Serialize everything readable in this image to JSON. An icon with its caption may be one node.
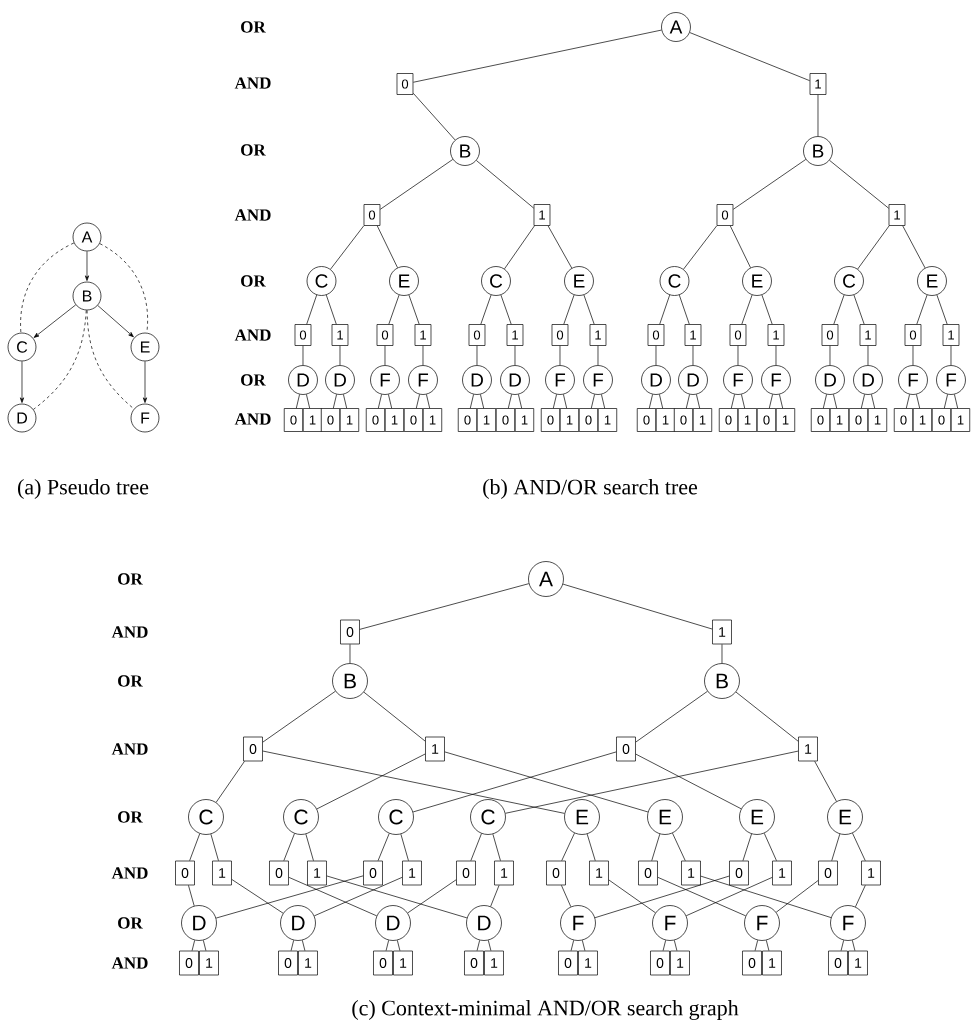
{
  "diagram": {
    "nodes": [
      {
        "text": [
          "A"
        ]
      },
      {
        "text": [
          "B"
        ]
      },
      {
        "text": [
          "C"
        ]
      },
      {
        "text": [
          "E"
        ]
      },
      {
        "text": [
          "D"
        ]
      },
      {
        "text": [
          "F"
        ]
      },
      {
        "text": [
          "A"
        ]
      },
      {
        "text": [
          "0"
        ]
      },
      {
        "text": [
          "1"
        ]
      },
      {
        "text": [
          "B"
        ]
      },
      {
        "text": [
          "B"
        ]
      },
      {
        "text": [
          "0"
        ]
      },
      {
        "text": [
          "1"
        ]
      },
      {
        "text": [
          "0"
        ]
      },
      {
        "text": [
          "1"
        ]
      },
      {
        "text": [
          "C"
        ]
      },
      {
        "text": [
          "E"
        ]
      },
      {
        "text": [
          "C"
        ]
      },
      {
        "text": [
          "E"
        ]
      },
      {
        "text": [
          "C"
        ]
      },
      {
        "text": [
          "E"
        ]
      },
      {
        "text": [
          "C"
        ]
      },
      {
        "text": [
          "E"
        ]
      },
      {
        "text": [
          "0"
        ]
      },
      {
        "text": [
          "1"
        ]
      },
      {
        "text": [
          "0"
        ]
      },
      {
        "text": [
          "1"
        ]
      },
      {
        "text": [
          "0"
        ]
      },
      {
        "text": [
          "1"
        ]
      },
      {
        "text": [
          "0"
        ]
      },
      {
        "text": [
          "1"
        ]
      },
      {
        "text": [
          "0"
        ]
      },
      {
        "text": [
          "1"
        ]
      },
      {
        "text": [
          "0"
        ]
      },
      {
        "text": [
          "1"
        ]
      },
      {
        "text": [
          "0"
        ]
      },
      {
        "text": [
          "1"
        ]
      },
      {
        "text": [
          "0"
        ]
      },
      {
        "text": [
          "1"
        ]
      },
      {
        "text": [
          "D"
        ]
      },
      {
        "text": [
          "D"
        ]
      },
      {
        "text": [
          "F"
        ]
      },
      {
        "text": [
          "F"
        ]
      },
      {
        "text": [
          "D"
        ]
      },
      {
        "text": [
          "D"
        ]
      },
      {
        "text": [
          "F"
        ]
      },
      {
        "text": [
          "F"
        ]
      },
      {
        "text": [
          "D"
        ]
      },
      {
        "text": [
          "D"
        ]
      },
      {
        "text": [
          "F"
        ]
      },
      {
        "text": [
          "F"
        ]
      },
      {
        "text": [
          "D"
        ]
      },
      {
        "text": [
          "D"
        ]
      },
      {
        "text": [
          "F"
        ]
      },
      {
        "text": [
          "F"
        ]
      },
      {
        "text": [
          "0"
        ]
      },
      {
        "text": [
          "1"
        ]
      },
      {
        "text": [
          "0"
        ]
      },
      {
        "text": [
          "1"
        ]
      },
      {
        "text": [
          "0"
        ]
      },
      {
        "text": [
          "1"
        ]
      },
      {
        "text": [
          "0"
        ]
      },
      {
        "text": [
          "1"
        ]
      },
      {
        "text": [
          "0"
        ]
      },
      {
        "text": [
          "1"
        ]
      },
      {
        "text": [
          "0"
        ]
      },
      {
        "text": [
          "1"
        ]
      },
      {
        "text": [
          "0"
        ]
      },
      {
        "text": [
          "1"
        ]
      },
      {
        "text": [
          "0"
        ]
      },
      {
        "text": [
          "1"
        ]
      },
      {
        "text": [
          "0"
        ]
      },
      {
        "text": [
          "1"
        ]
      },
      {
        "text": [
          "0"
        ]
      },
      {
        "text": [
          "1"
        ]
      },
      {
        "text": [
          "0"
        ]
      },
      {
        "text": [
          "1"
        ]
      },
      {
        "text": [
          "0"
        ]
      },
      {
        "text": [
          "1"
        ]
      },
      {
        "text": [
          "0"
        ]
      },
      {
        "text": [
          "1"
        ]
      },
      {
        "text": [
          "0"
        ]
      },
      {
        "text": [
          "1"
        ]
      },
      {
        "text": [
          "0"
        ]
      },
      {
        "text": [
          "1"
        ]
      },
      {
        "text": [
          "0"
        ]
      },
      {
        "text": [
          "1"
        ]
      },
      {
        "text": [
          "A"
        ]
      },
      {
        "text": [
          "0"
        ]
      },
      {
        "text": [
          "1"
        ]
      },
      {
        "text": [
          "B"
        ]
      },
      {
        "text": [
          "B"
        ]
      },
      {
        "text": [
          "0"
        ]
      },
      {
        "text": [
          "1"
        ]
      },
      {
        "text": [
          "0"
        ]
      },
      {
        "text": [
          "1"
        ]
      },
      {
        "text": [
          "C"
        ]
      },
      {
        "text": [
          "C"
        ]
      },
      {
        "text": [
          "C"
        ]
      },
      {
        "text": [
          "C"
        ]
      },
      {
        "text": [
          "E"
        ]
      },
      {
        "text": [
          "E"
        ]
      },
      {
        "text": [
          "E"
        ]
      },
      {
        "text": [
          "E"
        ]
      },
      {
        "text": [
          "0"
        ]
      },
      {
        "text": [
          "1"
        ]
      },
      {
        "text": [
          "0"
        ]
      },
      {
        "text": [
          "1"
        ]
      },
      {
        "text": [
          "0"
        ]
      },
      {
        "text": [
          "1"
        ]
      },
      {
        "text": [
          "0"
        ]
      },
      {
        "text": [
          "1"
        ]
      },
      {
        "text": [
          "0"
        ]
      },
      {
        "text": [
          "1"
        ]
      },
      {
        "text": [
          "0"
        ]
      },
      {
        "text": [
          "1"
        ]
      },
      {
        "text": [
          "0"
        ]
      },
      {
        "text": [
          "1"
        ]
      },
      {
        "text": [
          "0"
        ]
      },
      {
        "text": [
          "1"
        ]
      },
      {
        "text": [
          "D"
        ]
      },
      {
        "text": [
          "D"
        ]
      },
      {
        "text": [
          "D"
        ]
      },
      {
        "text": [
          "D"
        ]
      },
      {
        "text": [
          "F"
        ]
      },
      {
        "text": [
          "F"
        ]
      },
      {
        "text": [
          "F"
        ]
      },
      {
        "text": [
          "F"
        ]
      },
      {
        "text": [
          "0"
        ]
      },
      {
        "text": [
          "1"
        ]
      },
      {
        "text": [
          "0"
        ]
      },
      {
        "text": [
          "1"
        ]
      },
      {
        "text": [
          "0"
        ]
      },
      {
        "text": [
          "1"
        ]
      },
      {
        "text": [
          "0"
        ]
      },
      {
        "text": [
          "1"
        ]
      },
      {
        "text": [
          "0"
        ]
      },
      {
        "text": [
          "1"
        ]
      },
      {
        "text": [
          "0"
        ]
      },
      {
        "text": [
          "1"
        ]
      },
      {
        "text": [
          "0"
        ]
      },
      {
        "text": [
          "1"
        ]
      },
      {
        "text": [
          "0"
        ]
      },
      {
        "text": [
          "1"
        ]
      }
    ],
    "edges": [
      {
        "from": 0,
        "to": 1,
        "arrow": "to"
      },
      {
        "from": 1,
        "to": 2,
        "arrow": "to"
      },
      {
        "from": 1,
        "to": 3,
        "arrow": "to"
      },
      {
        "from": 2,
        "to": 4,
        "arrow": "to"
      },
      {
        "from": 3,
        "to": 5,
        "arrow": "to"
      },
      {
        "from": 0,
        "to": 2,
        "arrow": "none",
        "style": "dashed"
      },
      {
        "from": 0,
        "to": 3,
        "arrow": "none",
        "style": "dashed"
      },
      {
        "from": 1,
        "to": 4,
        "arrow": "none",
        "style": "dashed"
      },
      {
        "from": 1,
        "to": 5,
        "arrow": "none",
        "style": "dashed"
      },
      {
        "from": 6,
        "to": 7,
        "arrow": "none"
      },
      {
        "from": 6,
        "to": 8,
        "arrow": "none"
      },
      {
        "from": 7,
        "to": 9,
        "arrow": "none"
      },
      {
        "from": 8,
        "to": 10,
        "arrow": "none"
      },
      {
        "from": 9,
        "to": 11,
        "arrow": "none"
      },
      {
        "from": 9,
        "to": 12,
        "arrow": "none"
      },
      {
        "from": 10,
        "to": 13,
        "arrow": "none"
      },
      {
        "from": 10,
        "to": 14,
        "arrow": "none"
      },
      {
        "from": 11,
        "to": 15,
        "arrow": "none"
      },
      {
        "from": 11,
        "to": 16,
        "arrow": "none"
      },
      {
        "from": 12,
        "to": 17,
        "arrow": "none"
      },
      {
        "from": 12,
        "to": 18,
        "arrow": "none"
      },
      {
        "from": 13,
        "to": 19,
        "arrow": "none"
      },
      {
        "from": 13,
        "to": 20,
        "arrow": "none"
      },
      {
        "from": 14,
        "to": 21,
        "arrow": "none"
      },
      {
        "from": 14,
        "to": 22,
        "arrow": "none"
      },
      {
        "from": 15,
        "to": 23,
        "arrow": "none"
      },
      {
        "from": 15,
        "to": 24,
        "arrow": "none"
      },
      {
        "from": 16,
        "to": 25,
        "arrow": "none"
      },
      {
        "from": 16,
        "to": 26,
        "arrow": "none"
      },
      {
        "from": 17,
        "to": 27,
        "arrow": "none"
      },
      {
        "from": 17,
        "to": 28,
        "arrow": "none"
      },
      {
        "from": 18,
        "to": 29,
        "arrow": "none"
      },
      {
        "from": 18,
        "to": 30,
        "arrow": "none"
      },
      {
        "from": 19,
        "to": 31,
        "arrow": "none"
      },
      {
        "from": 19,
        "to": 32,
        "arrow": "none"
      },
      {
        "from": 20,
        "to": 33,
        "arrow": "none"
      },
      {
        "from": 20,
        "to": 34,
        "arrow": "none"
      },
      {
        "from": 21,
        "to": 35,
        "arrow": "none"
      },
      {
        "from": 21,
        "to": 36,
        "arrow": "none"
      },
      {
        "from": 22,
        "to": 37,
        "arrow": "none"
      },
      {
        "from": 22,
        "to": 38,
        "arrow": "none"
      },
      {
        "from": 23,
        "to": 39,
        "arrow": "none"
      },
      {
        "from": 24,
        "to": 40,
        "arrow": "none"
      },
      {
        "from": 25,
        "to": 41,
        "arrow": "none"
      },
      {
        "from": 26,
        "to": 42,
        "arrow": "none"
      },
      {
        "from": 27,
        "to": 43,
        "arrow": "none"
      },
      {
        "from": 28,
        "to": 44,
        "arrow": "none"
      },
      {
        "from": 29,
        "to": 45,
        "arrow": "none"
      },
      {
        "from": 30,
        "to": 46,
        "arrow": "none"
      },
      {
        "from": 31,
        "to": 47,
        "arrow": "none"
      },
      {
        "from": 32,
        "to": 48,
        "arrow": "none"
      },
      {
        "from": 33,
        "to": 49,
        "arrow": "none"
      },
      {
        "from": 34,
        "to": 50,
        "arrow": "none"
      },
      {
        "from": 35,
        "to": 51,
        "arrow": "none"
      },
      {
        "from": 36,
        "to": 52,
        "arrow": "none"
      },
      {
        "from": 37,
        "to": 53,
        "arrow": "none"
      },
      {
        "from": 38,
        "to": 54,
        "arrow": "none"
      },
      {
        "from": 39,
        "to": 55,
        "arrow": "none"
      },
      {
        "from": 39,
        "to": 56,
        "arrow": "none"
      },
      {
        "from": 40,
        "to": 57,
        "arrow": "none"
      },
      {
        "from": 40,
        "to": 58,
        "arrow": "none"
      },
      {
        "from": 41,
        "to": 59,
        "arrow": "none"
      },
      {
        "from": 41,
        "to": 60,
        "arrow": "none"
      },
      {
        "from": 42,
        "to": 61,
        "arrow": "none"
      },
      {
        "from": 42,
        "to": 62,
        "arrow": "none"
      },
      {
        "from": 43,
        "to": 63,
        "arrow": "none"
      },
      {
        "from": 43,
        "to": 64,
        "arrow": "none"
      },
      {
        "from": 44,
        "to": 65,
        "arrow": "none"
      },
      {
        "from": 44,
        "to": 66,
        "arrow": "none"
      },
      {
        "from": 45,
        "to": 67,
        "arrow": "none"
      },
      {
        "from": 45,
        "to": 68,
        "arrow": "none"
      },
      {
        "from": 46,
        "to": 69,
        "arrow": "none"
      },
      {
        "from": 46,
        "to": 70,
        "arrow": "none"
      },
      {
        "from": 47,
        "to": 71,
        "arrow": "none"
      },
      {
        "from": 47,
        "to": 72,
        "arrow": "none"
      },
      {
        "from": 48,
        "to": 73,
        "arrow": "none"
      },
      {
        "from": 48,
        "to": 74,
        "arrow": "none"
      },
      {
        "from": 49,
        "to": 75,
        "arrow": "none"
      },
      {
        "from": 49,
        "to": 76,
        "arrow": "none"
      },
      {
        "from": 50,
        "to": 77,
        "arrow": "none"
      },
      {
        "from": 50,
        "to": 78,
        "arrow": "none"
      },
      {
        "from": 51,
        "to": 79,
        "arrow": "none"
      },
      {
        "from": 51,
        "to": 80,
        "arrow": "none"
      },
      {
        "from": 52,
        "to": 81,
        "arrow": "none"
      },
      {
        "from": 52,
        "to": 82,
        "arrow": "none"
      },
      {
        "from": 53,
        "to": 83,
        "arrow": "none"
      },
      {
        "from": 53,
        "to": 84,
        "arrow": "none"
      },
      {
        "from": 54,
        "to": 85,
        "arrow": "none"
      },
      {
        "from": 54,
        "to": 86,
        "arrow": "none"
      },
      {
        "from": 87,
        "to": 88,
        "arrow": "none"
      },
      {
        "from": 87,
        "to": 89,
        "arrow": "none"
      },
      {
        "from": 88,
        "to": 90,
        "arrow": "none"
      },
      {
        "from": 89,
        "to": 91,
        "arrow": "none"
      },
      {
        "from": 90,
        "to": 92,
        "arrow": "none"
      },
      {
        "from": 90,
        "to": 93,
        "arrow": "none"
      },
      {
        "from": 91,
        "to": 94,
        "arrow": "none"
      },
      {
        "from": 91,
        "to": 95,
        "arrow": "none"
      },
      {
        "from": 92,
        "to": 96,
        "arrow": "none"
      },
      {
        "from": 92,
        "to": 100,
        "arrow": "none"
      },
      {
        "from": 93,
        "to": 97,
        "arrow": "none"
      },
      {
        "from": 93,
        "to": 101,
        "arrow": "none"
      },
      {
        "from": 94,
        "to": 98,
        "arrow": "none"
      },
      {
        "from": 94,
        "to": 102,
        "arrow": "none"
      },
      {
        "from": 95,
        "to": 99,
        "arrow": "none"
      },
      {
        "from": 95,
        "to": 103,
        "arrow": "none"
      },
      {
        "from": 96,
        "to": 104,
        "arrow": "none"
      },
      {
        "from": 96,
        "to": 105,
        "arrow": "none"
      },
      {
        "from": 97,
        "to": 106,
        "arrow": "none"
      },
      {
        "from": 97,
        "to": 107,
        "arrow": "none"
      },
      {
        "from": 98,
        "to": 108,
        "arrow": "none"
      },
      {
        "from": 98,
        "to": 109,
        "arrow": "none"
      },
      {
        "from": 99,
        "to": 110,
        "arrow": "none"
      },
      {
        "from": 99,
        "to": 111,
        "arrow": "none"
      },
      {
        "from": 100,
        "to": 112,
        "arrow": "none"
      },
      {
        "from": 100,
        "to": 113,
        "arrow": "none"
      },
      {
        "from": 101,
        "to": 114,
        "arrow": "none"
      },
      {
        "from": 101,
        "to": 115,
        "arrow": "none"
      },
      {
        "from": 102,
        "to": 116,
        "arrow": "none"
      },
      {
        "from": 102,
        "to": 117,
        "arrow": "none"
      },
      {
        "from": 103,
        "to": 118,
        "arrow": "none"
      },
      {
        "from": 103,
        "to": 119,
        "arrow": "none"
      },
      {
        "from": 104,
        "to": 120,
        "arrow": "none"
      },
      {
        "from": 105,
        "to": 121,
        "arrow": "none"
      },
      {
        "from": 106,
        "to": 122,
        "arrow": "none"
      },
      {
        "from": 107,
        "to": 123,
        "arrow": "none"
      },
      {
        "from": 108,
        "to": 120,
        "arrow": "none"
      },
      {
        "from": 109,
        "to": 121,
        "arrow": "none"
      },
      {
        "from": 110,
        "to": 122,
        "arrow": "none"
      },
      {
        "from": 111,
        "to": 123,
        "arrow": "none"
      },
      {
        "from": 112,
        "to": 124,
        "arrow": "none"
      },
      {
        "from": 113,
        "to": 125,
        "arrow": "none"
      },
      {
        "from": 114,
        "to": 126,
        "arrow": "none"
      },
      {
        "from": 115,
        "to": 127,
        "arrow": "none"
      },
      {
        "from": 116,
        "to": 124,
        "arrow": "none"
      },
      {
        "from": 117,
        "to": 125,
        "arrow": "none"
      },
      {
        "from": 118,
        "to": 126,
        "arrow": "none"
      },
      {
        "from": 119,
        "to": 127,
        "arrow": "none"
      },
      {
        "from": 120,
        "to": 128,
        "arrow": "none"
      },
      {
        "from": 120,
        "to": 129,
        "arrow": "none"
      },
      {
        "from": 121,
        "to": 130,
        "arrow": "none"
      },
      {
        "from": 121,
        "to": 131,
        "arrow": "none"
      },
      {
        "from": 122,
        "to": 132,
        "arrow": "none"
      },
      {
        "from": 122,
        "to": 133,
        "arrow": "none"
      },
      {
        "from": 123,
        "to": 134,
        "arrow": "none"
      },
      {
        "from": 123,
        "to": 135,
        "arrow": "none"
      },
      {
        "from": 124,
        "to": 136,
        "arrow": "none"
      },
      {
        "from": 124,
        "to": 137,
        "arrow": "none"
      },
      {
        "from": 125,
        "to": 138,
        "arrow": "none"
      },
      {
        "from": 125,
        "to": 139,
        "arrow": "none"
      },
      {
        "from": 126,
        "to": 140,
        "arrow": "none"
      },
      {
        "from": 126,
        "to": 141,
        "arrow": "none"
      },
      {
        "from": 127,
        "to": 142,
        "arrow": "none"
      },
      {
        "from": 127,
        "to": 143,
        "arrow": "none"
      }
    ],
    "labels": [
      "OR",
      "AND",
      "OR",
      "AND",
      "OR",
      "AND",
      "OR",
      "AND",
      "(a) Pseudo tree",
      "(b) AND/OR search tree",
      "OR",
      "AND",
      "OR",
      "AND",
      "OR",
      "AND",
      "OR",
      "AND",
      "(c) Context-minimal AND/OR search graph"
    ]
  }
}
